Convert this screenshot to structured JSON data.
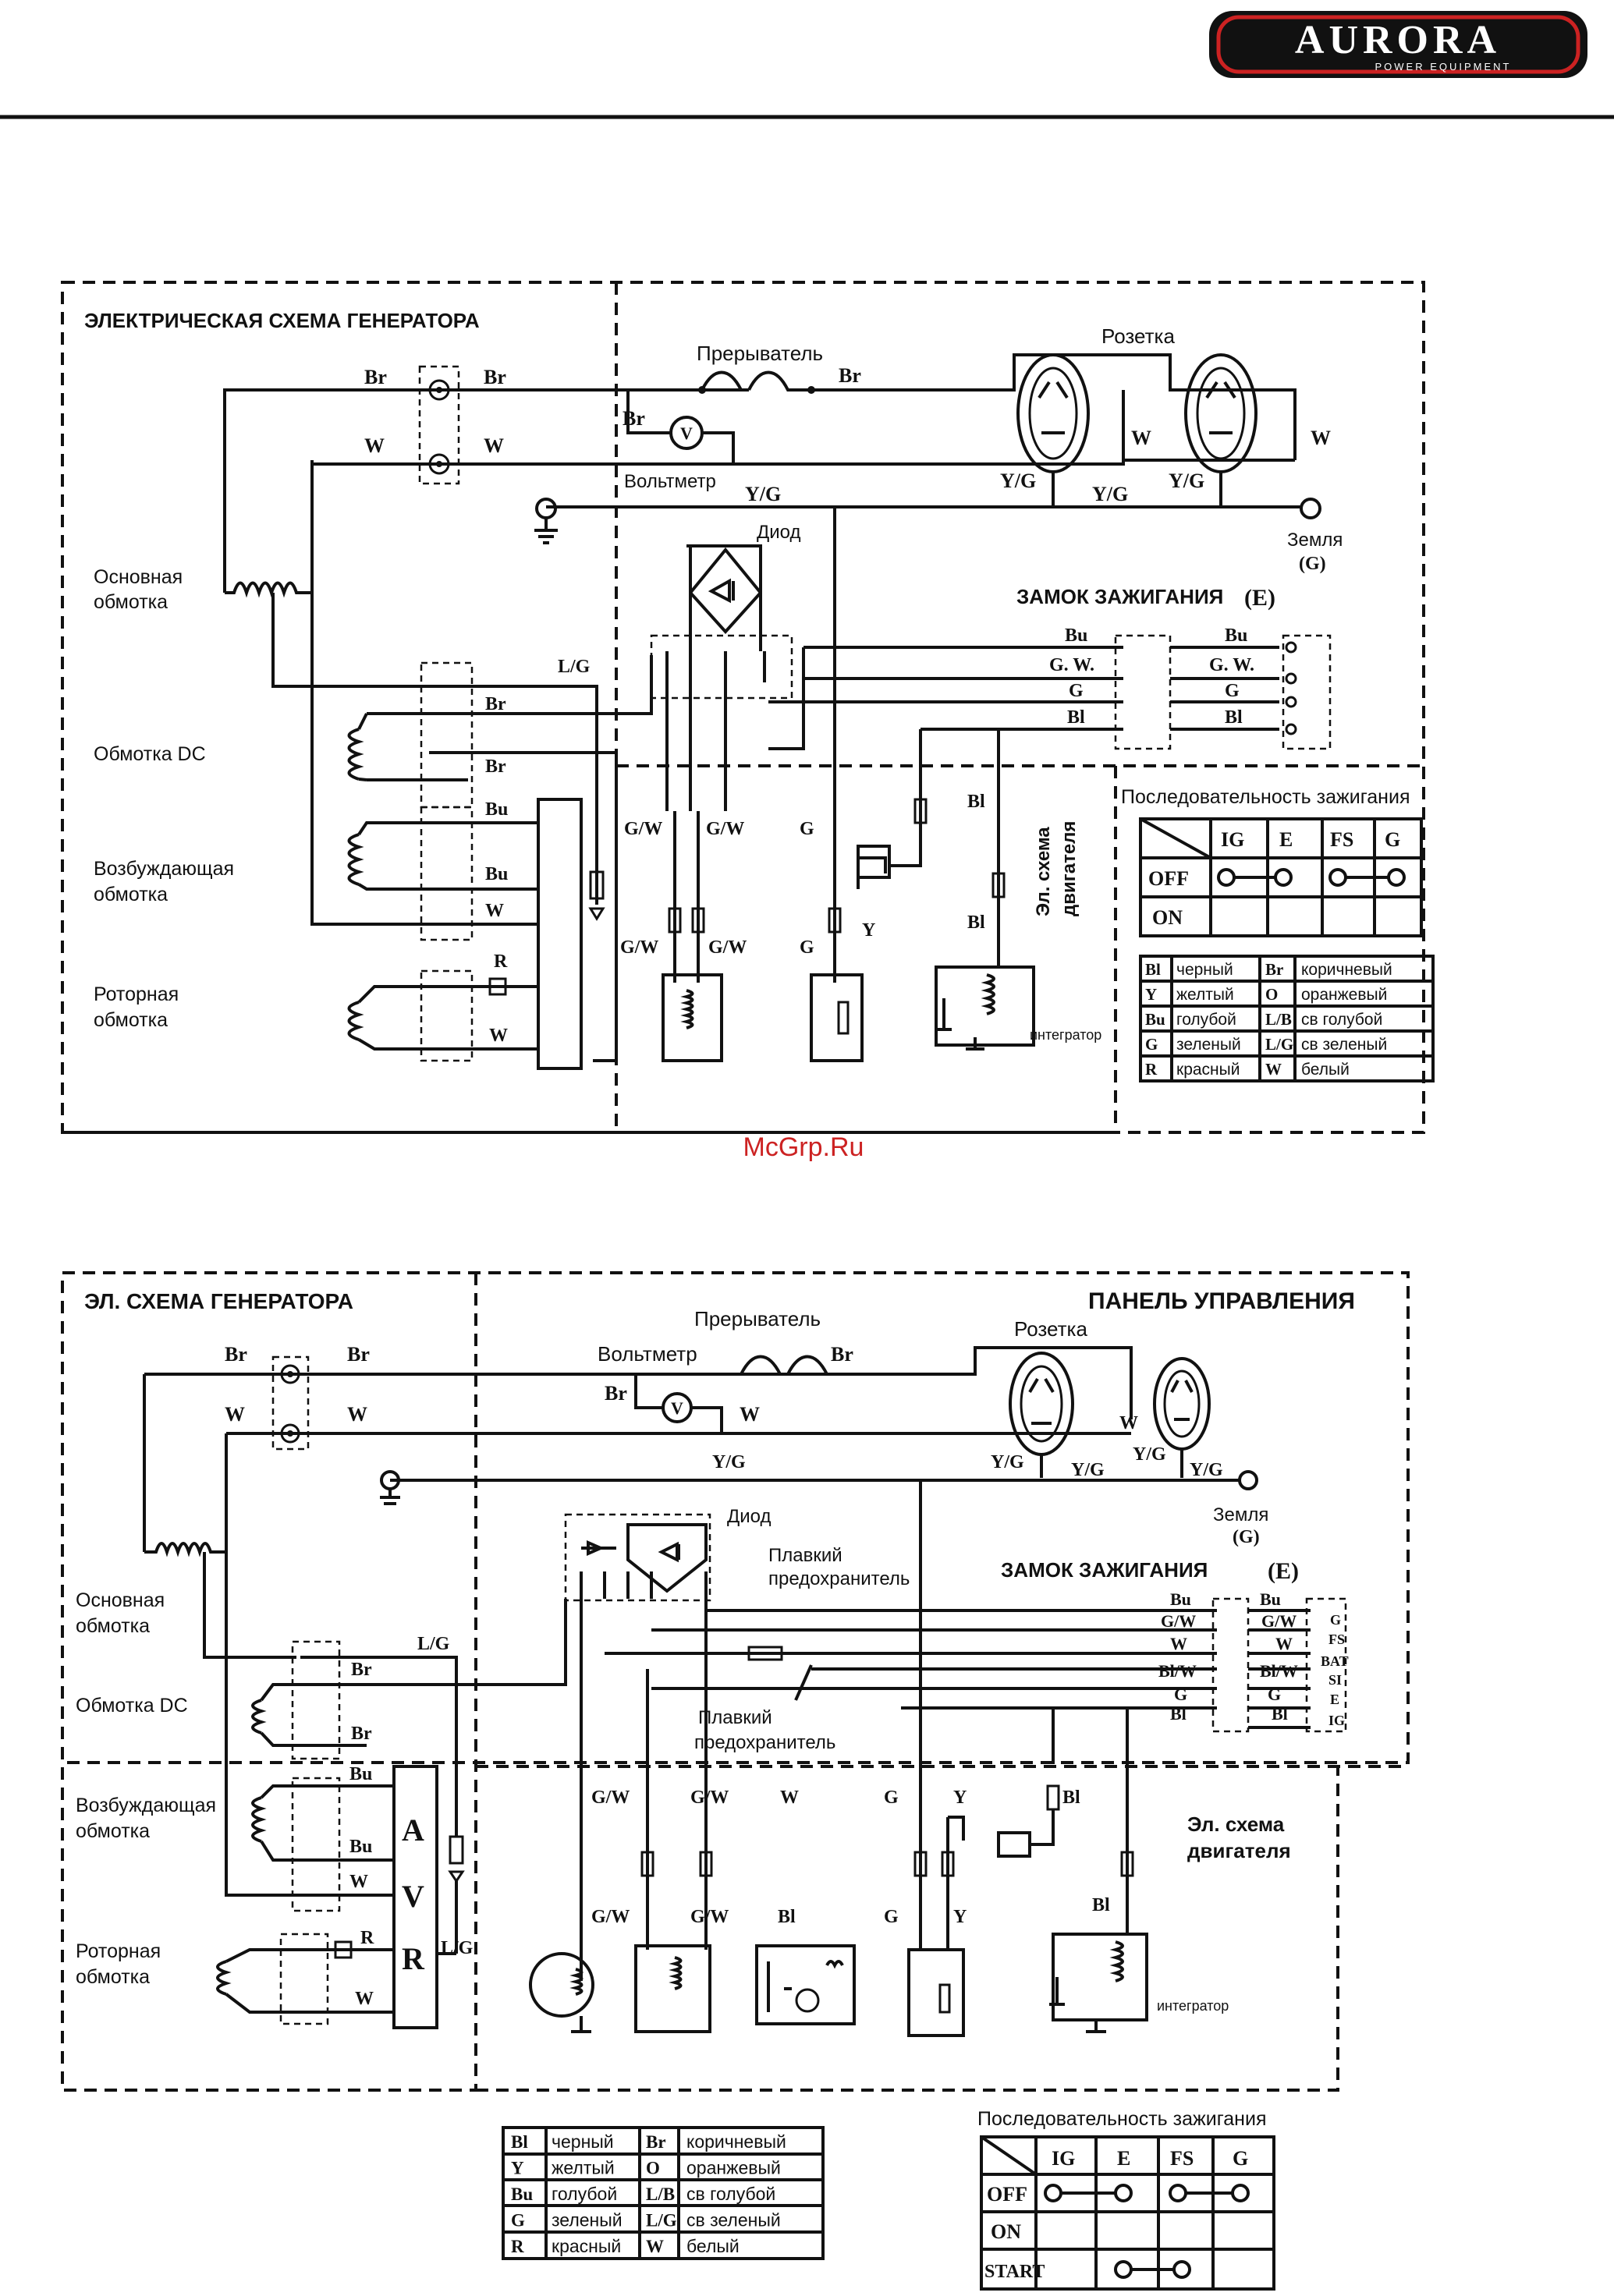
{
  "header": {
    "logo_text": "AURORA",
    "logo_sub": "POWER EQUIPMENT"
  },
  "watermark": "McGrp.Ru",
  "d1": {
    "title": "ЭЛЕКТРИЧЕСКАЯ СХЕМА ГЕНЕРАТОРА",
    "breaker": "Прерыватель",
    "socket": "Розетка",
    "voltmeter": "Вольтметр",
    "diode": "Диод",
    "ground": "Земля",
    "ground_code": "(G)",
    "ignition_lock": "ЗАМОК ЗАЖИГАНИЯ",
    "ignition_code": "(E)",
    "main_winding_1": "Основная",
    "main_winding_2": "обмотка",
    "dc_winding": "Обмотка DC",
    "exc_winding_1": "Возбуждающая",
    "exc_winding_2": "обмотка",
    "rotor_winding_1": "Роторная",
    "rotor_winding_2": "обмотка",
    "engine_1": "Эл. схема",
    "engine_2": "двигателя",
    "integrator": "интегратор",
    "wires": {
      "br": "Br",
      "w": "W",
      "yg": "Y/G",
      "lg": "L/G",
      "bu": "Bu",
      "r": "R",
      "gw_long": "G. W.",
      "g": "G",
      "bl": "Bl",
      "gw": "G/W",
      "y": "Y"
    }
  },
  "d2": {
    "title": "ЭЛ. СХЕМА ГЕНЕРАТОРА",
    "panel": "ПАНЕЛЬ УПРАВЛЕНИЯ",
    "breaker": "Прерыватель",
    "socket": "Розетка",
    "voltmeter": "Вольтметр",
    "diode": "Диод",
    "fuse_1": "Плавкий",
    "fuse_2": "предохранитель",
    "ground": "Земля",
    "ground_code": "(G)",
    "ignition_lock": "ЗАМОК ЗАЖИГАНИЯ",
    "ignition_code": "(E)",
    "main_winding_1": "Основная",
    "main_winding_2": "обмотка",
    "dc_winding": "Обмотка DC",
    "exc_winding_1": "Возбуждающая",
    "exc_winding_2": "обмотка",
    "rotor_winding_1": "Роторная",
    "rotor_winding_2": "обмотка",
    "engine_1": "Эл. схема",
    "engine_2": "двигателя",
    "integrator": "интегратор",
    "avr": [
      "A",
      "V",
      "R"
    ],
    "switch_pins": [
      "G",
      "FS",
      "BAT",
      "SI",
      "E",
      "IG"
    ],
    "wires": {
      "br": "Br",
      "w": "W",
      "yg": "Y/G",
      "lg": "L/G",
      "bu": "Bu",
      "r": "R",
      "gw": "G/W",
      "blw": "Bl/W",
      "g": "G",
      "bl": "Bl",
      "y": "Y"
    }
  },
  "legend": [
    [
      "Bl",
      "черный",
      "Br",
      "коричневый"
    ],
    [
      "Y",
      "желтый",
      "O",
      "оранжевый"
    ],
    [
      "Bu",
      "голубой",
      "L/B",
      "св голубой"
    ],
    [
      "G",
      "зеленый",
      "L/G",
      "св зеленый"
    ],
    [
      "R",
      "красный",
      "W",
      "белый"
    ]
  ],
  "ignition_sequence": {
    "title": "Последовательность зажигания",
    "headers": [
      "IG",
      "E",
      "FS",
      "G"
    ],
    "rows_1": [
      "OFF",
      "ON"
    ],
    "rows_2": [
      "OFF",
      "ON",
      "START"
    ]
  }
}
